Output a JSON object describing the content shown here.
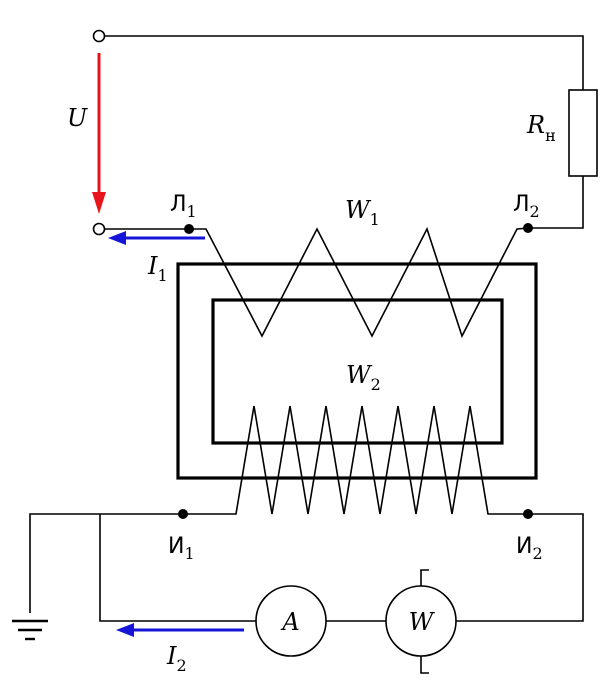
{
  "labels": {
    "voltage": "U",
    "load_resistor": {
      "main": "R",
      "sub": "н"
    },
    "primary_winding": {
      "main": "W",
      "sub": "1"
    },
    "secondary_winding": {
      "main": "W",
      "sub": "2"
    },
    "primary_current": {
      "main": "I",
      "sub": "1"
    },
    "secondary_current": {
      "main": "I",
      "sub": "2"
    },
    "terminal_L1": {
      "main": "Л",
      "sub": "1"
    },
    "terminal_L2": {
      "main": "Л",
      "sub": "2"
    },
    "terminal_I1": {
      "main": "И",
      "sub": "1"
    },
    "terminal_I2": {
      "main": "И",
      "sub": "2"
    },
    "ammeter": "A",
    "wattmeter": "W"
  },
  "colors": {
    "voltage_arrow": "#e8141b",
    "current_arrow": "#1515d8",
    "wire": "#000000"
  },
  "icons": [
    "ground-icon",
    "ammeter-icon",
    "wattmeter-icon",
    "resistor-icon"
  ]
}
